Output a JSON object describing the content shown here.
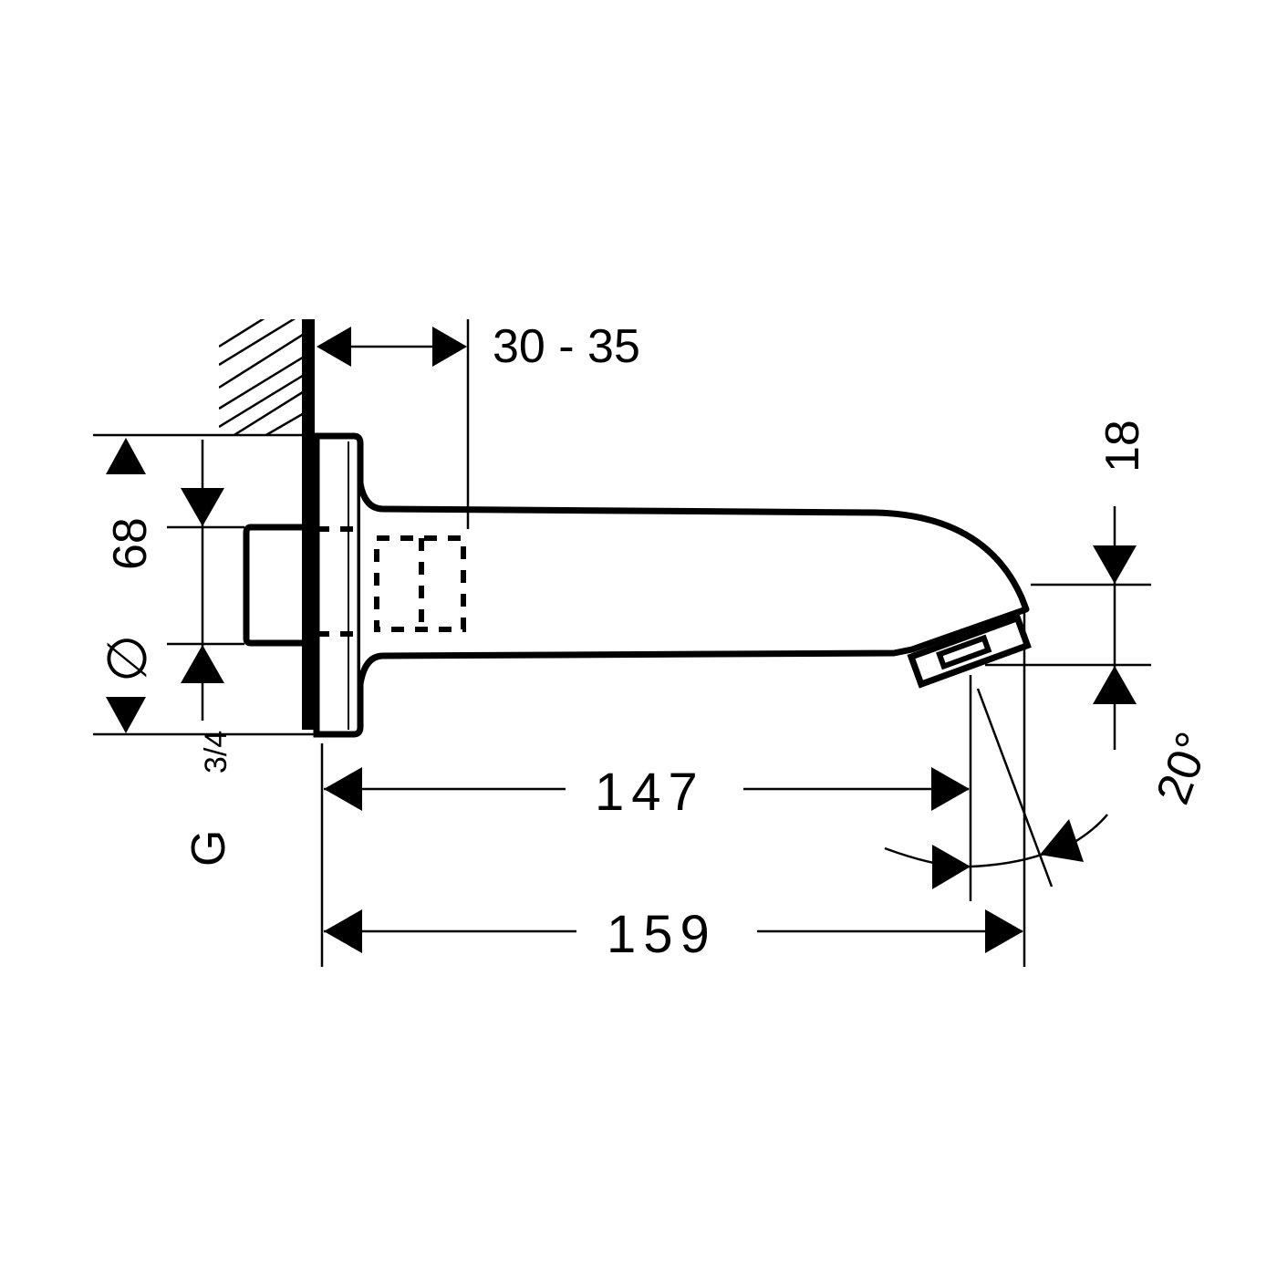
{
  "drawing": {
    "subject": "wall-mounted bath spout technical drawing",
    "line_color": "#000000",
    "background": "#ffffff"
  },
  "dimensions": {
    "wall_clearance": "30 - 35",
    "flange_diameter_value": "68",
    "flange_diameter_symbol": "∅",
    "spout_outlet_height": "18",
    "outlet_angle": "20°",
    "inlet_length": "147",
    "total_projection": "159",
    "thread_letter": "G",
    "thread_size": "3/4"
  }
}
